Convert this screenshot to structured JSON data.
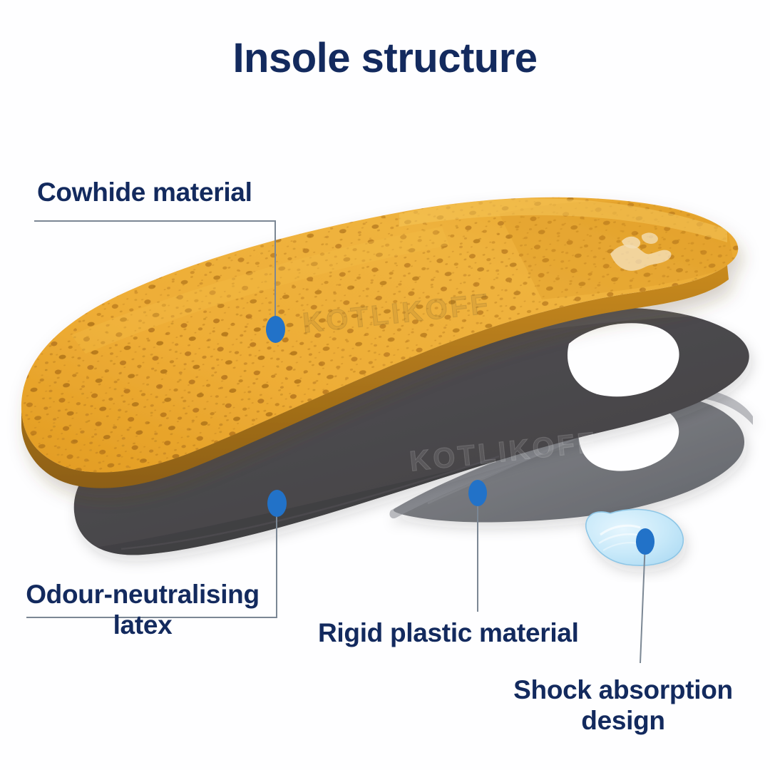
{
  "page": {
    "title": "Insole structure",
    "background_color": "#fefeff",
    "text_color": "#132a5e"
  },
  "product": {
    "watermark_text": "KOTLIKOFF",
    "brand_emblem": "brand-emblem-icon"
  },
  "callouts": [
    {
      "id": "cowhide",
      "label": "Cowhide material",
      "dot_color": "#2272c8",
      "leader_color": "#7b8794",
      "target_layer": "leather-top-layer"
    },
    {
      "id": "latex",
      "label": "Odour-neutralising\nlatex",
      "dot_color": "#2272c8",
      "leader_color": "#7b8794",
      "target_layer": "latex-middle-layer"
    },
    {
      "id": "plastic",
      "label": "Rigid plastic material",
      "dot_color": "#2272c8",
      "leader_color": "#7b8794",
      "target_layer": "plastic-arch-layer"
    },
    {
      "id": "shock",
      "label": "Shock absorption\ndesign",
      "dot_color": "#2272c8",
      "leader_color": "#7b8794",
      "target_layer": "gel-pad-layer"
    }
  ],
  "layers": [
    {
      "name": "Cowhide leather top",
      "color": "#e8a72e"
    },
    {
      "name": "Odour-neutralising latex",
      "color": "#4c4a4d"
    },
    {
      "name": "Rigid plastic arch support",
      "color": "#73757a"
    },
    {
      "name": "Shock absorbing gel pad",
      "color": "#bfe4f7"
    }
  ]
}
